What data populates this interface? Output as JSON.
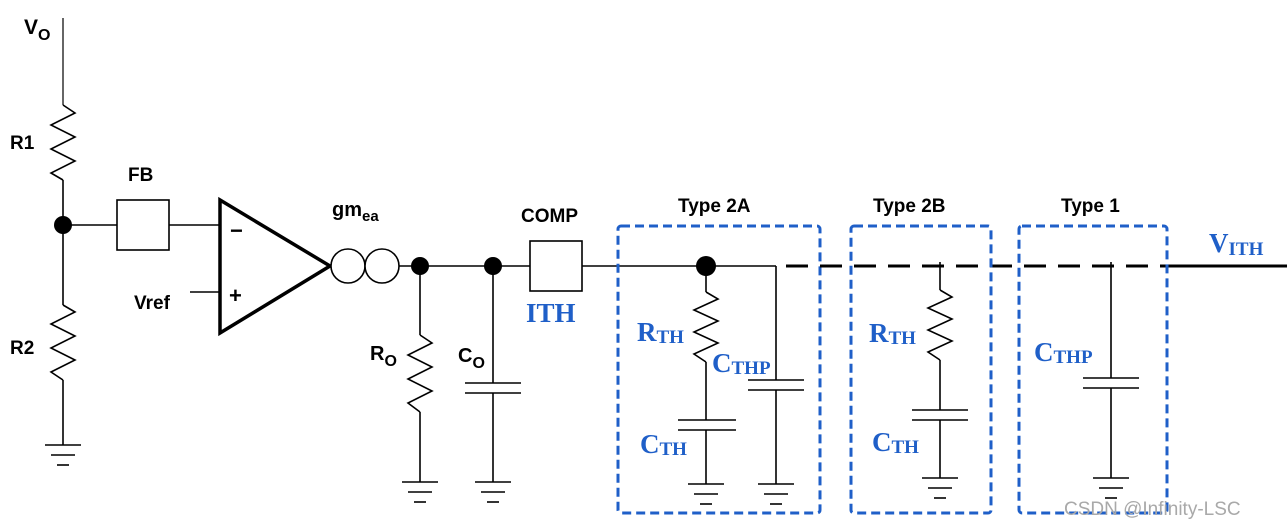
{
  "labels": {
    "vo_main": "V",
    "vo_sub": "O",
    "r1": "R1",
    "r2": "R2",
    "fb": "FB",
    "vref": "Vref",
    "minus": "−",
    "plus": "+",
    "gm_main": "gm",
    "gm_sub": "ea",
    "ro_main": "R",
    "ro_sub": "O",
    "co_main": "C",
    "co_sub": "O",
    "comp": "COMP",
    "ith": "ITH",
    "vith_main": "V",
    "vith_sub": "ITH"
  },
  "types": [
    {
      "title": "Type 2A",
      "rth_main": "R",
      "rth_sub": "TH",
      "cthp_main": "C",
      "cthp_sub": "THP",
      "cth_main": "C",
      "cth_sub": "TH"
    },
    {
      "title": "Type 2B",
      "rth_main": "R",
      "rth_sub": "TH",
      "cth_main": "C",
      "cth_sub": "TH"
    },
    {
      "title": "Type 1",
      "cthp_main": "C",
      "cthp_sub": "THP"
    }
  ],
  "watermark": "CSDN @Infinity-LSC",
  "colors": {
    "accent": "#1f5fc8",
    "ink": "#000000",
    "watermark": "#a9a9a9"
  }
}
